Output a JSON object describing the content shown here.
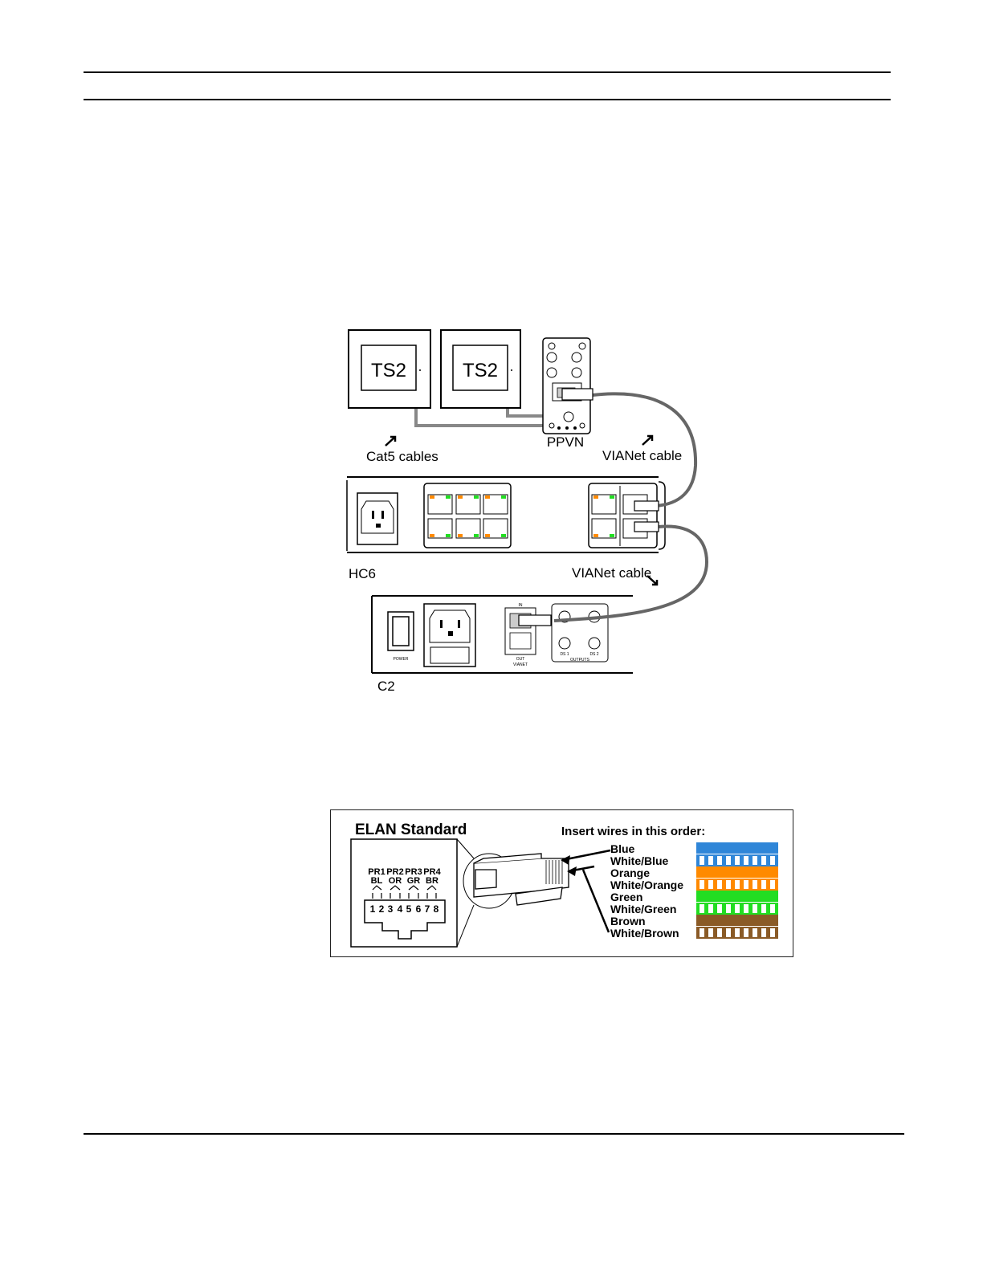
{
  "devices": {
    "ts2_left": "TS2",
    "ts2_right": "TS2",
    "ppvn": "PPVN",
    "hc6": "HC6",
    "c2": "C2"
  },
  "cables": {
    "cat5": "Cat5 cables",
    "vianet_upper": "VIANet cable",
    "vianet_lower": "VIANet cable"
  },
  "c2_panel": {
    "power": "POWER",
    "in": "IN",
    "out": "OUT",
    "vianet": "VIANET",
    "outputs": "OUTPUTS",
    "ds1": "DS 1",
    "ds2": "DS 2"
  },
  "elan": {
    "title": "ELAN Standard",
    "instruction": "Insert wires in this order:",
    "pairs": [
      "PR1",
      "PR2",
      "PR3",
      "PR4"
    ],
    "pair_colors": [
      "BL",
      "OR",
      "GR",
      "BR"
    ],
    "pins": [
      "1",
      "2",
      "3",
      "4",
      "5",
      "6",
      "7",
      "8"
    ],
    "wires": [
      "Blue",
      "White/Blue",
      "Orange",
      "White/Orange",
      "Green",
      "White/Green",
      "Brown",
      "White/Brown"
    ],
    "colors": {
      "blue": "#2f86d8",
      "orange": "#ff8a00",
      "green": "#22dd22",
      "brown": "#8a5a26"
    }
  }
}
